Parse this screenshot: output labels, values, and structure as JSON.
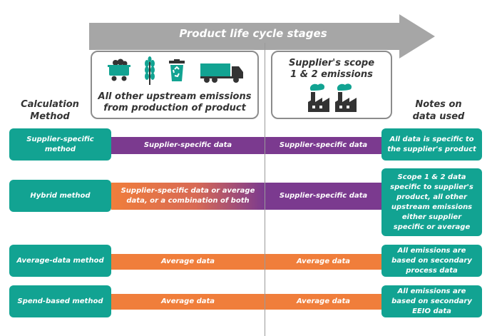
{
  "arrow": {
    "label": "Product life cycle stages"
  },
  "upstream_box": {
    "caption_line1": "All other upstream emissions",
    "caption_line2": "from production of product",
    "icons": [
      "mine-cart-icon",
      "wheat-icon",
      "recycle-bin-icon",
      "truck-icon"
    ]
  },
  "supplier_box": {
    "title_line1": "Supplier's scope",
    "title_line2": "1 & 2 emissions",
    "icons": [
      "factory-icon",
      "factory-icon"
    ]
  },
  "left_header": {
    "line1": "Calculation",
    "line2": "Method"
  },
  "right_header": {
    "line1": "Notes on",
    "line2": "data used"
  },
  "colors": {
    "teal": "#12a392",
    "purple": "#7b3a8f",
    "orange": "#f07e3b",
    "gray": "#9a9a9a"
  },
  "rows": [
    {
      "method": "Supplier-specific method",
      "upstream": "Supplier-specific data",
      "supplier": "Supplier-specific data",
      "notes": "All data is specific to the supplier's product"
    },
    {
      "method": "Hybrid method",
      "upstream": "Supplier-specific data or average data, or a combination of both",
      "supplier": "Supplier-specific data",
      "notes": "Scope 1 & 2 data specific to supplier's product, all other upstream emissions either supplier specific or average"
    },
    {
      "method": "Average-data method",
      "upstream": "Average data",
      "supplier": "Average data",
      "notes": "All emissions are based on secondary process data"
    },
    {
      "method": "Spend-based method",
      "upstream": "Average data",
      "supplier": "Average data",
      "notes": "All emissions are based on secondary EEIO data"
    }
  ]
}
